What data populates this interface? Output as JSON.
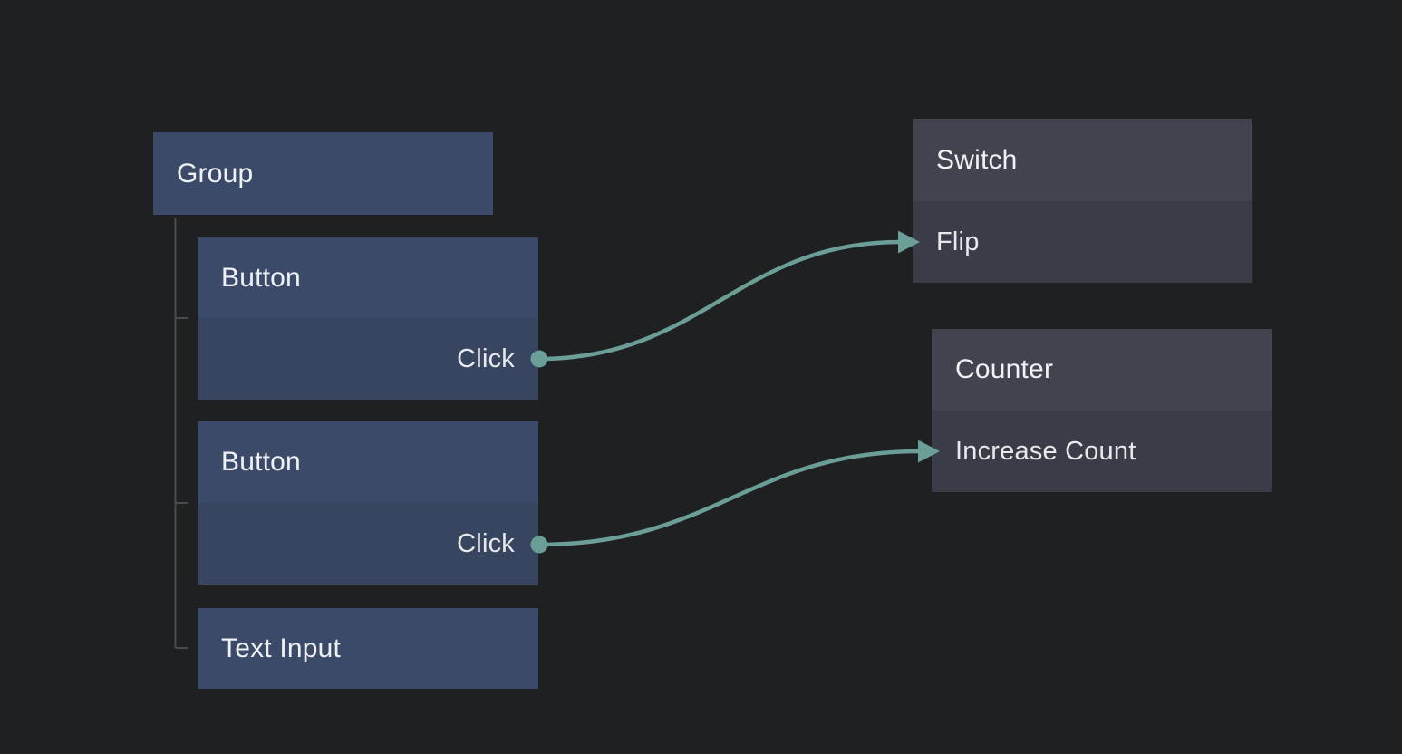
{
  "editor": {
    "kind": "node-graph-editor",
    "background_color": "#1f2022"
  },
  "colors": {
    "blue_node_header": "#3a4a68",
    "blue_node_body": "#374561",
    "gray_node_header": "#41444f",
    "gray_node_body": "#3a3d47",
    "wire": "#6b9e97",
    "tree_line": "#4b4b4d",
    "text": "#f0f1f4"
  },
  "nodes": {
    "group": {
      "title": "Group"
    },
    "button1": {
      "title": "Button",
      "port": "Click"
    },
    "button2": {
      "title": "Button",
      "port": "Click"
    },
    "text_input": {
      "title": "Text Input"
    },
    "switch": {
      "title": "Switch",
      "port": "Flip"
    },
    "counter": {
      "title": "Counter",
      "port": "Increase Count"
    }
  },
  "hierarchy": {
    "parent": "Group",
    "children": [
      "Button",
      "Button",
      "Text Input"
    ]
  },
  "edges": [
    {
      "from_node": "Button",
      "from_port": "Click",
      "to_node": "Switch",
      "to_port": "Flip"
    },
    {
      "from_node": "Button2",
      "from_port": "Click",
      "to_node": "Counter",
      "to_port": "Increase Count"
    }
  ]
}
